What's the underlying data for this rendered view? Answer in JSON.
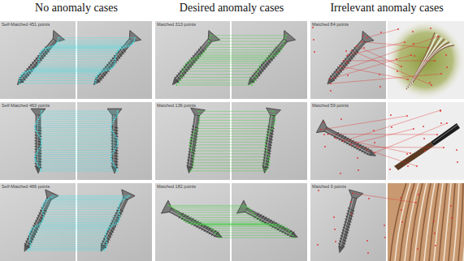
{
  "diagram": {
    "labels": [
      "No anomaly cases",
      "Desired anomaly cases",
      "Irrelevant anomaly cases",
      "Self-Matched 451 points",
      "Matched 313 points",
      "Matched 84 points",
      "Self-Matched 463 points",
      "Matched 136 points",
      "Matched 59 points",
      "Self-Matched 466 points",
      "Matched 182 points",
      "Matched 3 points"
    ]
  }
}
